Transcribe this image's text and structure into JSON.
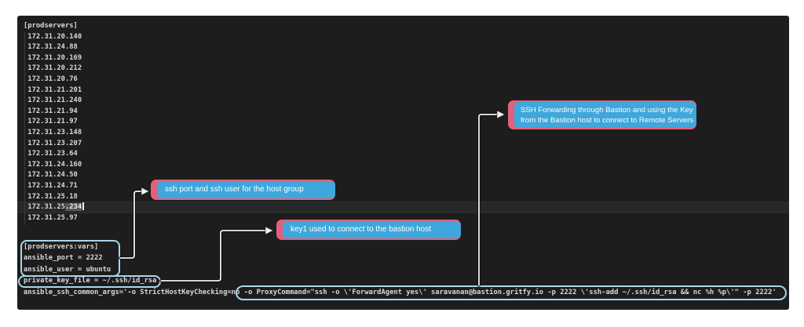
{
  "terminal": {
    "host_group_header": "[prodservers]",
    "hosts": [
      "172.31.20.140",
      "172.31.24.88",
      "172.31.20.169",
      "172.31.20.212",
      "172.31.20.76",
      "172.31.21.201",
      "172.31.21.240",
      "172.31.21.94",
      "172.31.21.97",
      "172.31.23.148",
      "172.31.23.207",
      "172.31.23.64",
      "172.31.24.160",
      "172.31.24.50",
      "172.31.24.71",
      "172.31.25.18",
      "172.31.25.234",
      "172.31.25.97"
    ],
    "selection": {
      "host": "172.31.25.234",
      "selected_text": ".234"
    },
    "vars_header": "[prodservers:vars]",
    "vars": [
      "ansible_port = 2222",
      "ansible_user = ubuntu",
      "private_key_file = ~/.ssh/id_rsa"
    ],
    "ssh_args_prefix": "ansible_ssh_common_args='-o StrictHostKeyChecking=no ",
    "ssh_args_highlighted": "-o ProxyCommand=\"ssh -o \\'ForwardAgent yes\\' saravanan@bastion.gritfy.io -p 2222 \\'ssh-add ~/.ssh/id_rsa && nc %h %p\\'\" -p 2222'"
  },
  "annotations": {
    "callout_port_user": "ssh port and ssh user for the host group",
    "callout_key1": "key1 used to connect to the bastion host",
    "callout_ssh_forwarding_line1": "SSH Forwarding through Bastion and using the Key",
    "callout_ssh_forwarding_line2": "from the Bastion host to connect to Remote Servers"
  },
  "colors": {
    "terminal_bg": "#1d1d1d",
    "callout_blue": "#3fa7db",
    "callout_pink": "#e2607b",
    "outline_blue": "#a9d6ec",
    "connector_white": "#f2f2f2",
    "code_text": "#d9d9d9",
    "selection_gray": "#53575b",
    "current_line_bg": "#26282a"
  }
}
